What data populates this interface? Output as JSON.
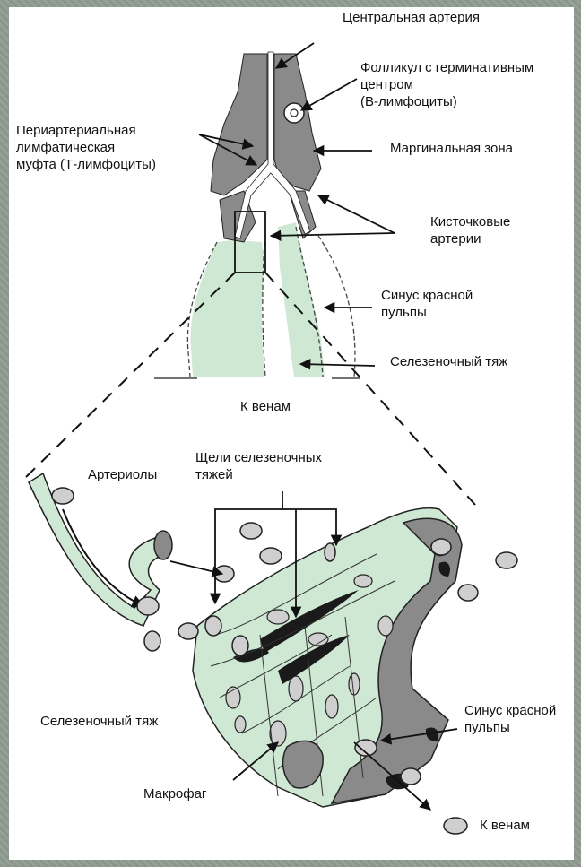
{
  "colors": {
    "pulp": "#cfe8d3",
    "white_pulp": "#8a8a8a",
    "dark_cell": "#1a1a1a",
    "line": "#222222",
    "frame": "#8e9a90"
  },
  "labels": {
    "central_artery": "Центральная артерия",
    "follicle": "Фолликул с герминативным\nцентром\n(B-лимфоциты)",
    "pals": "Периартериальная\nлимфатическая\nмуфта (Т-лимфоциты)",
    "marginal_zone": "Маргинальная зона",
    "penicillar": "Кисточковые\nартерии",
    "sinus_top": "Синус красной\nпульпы",
    "cord_top": "Селезеночный тяж",
    "to_veins_top": "К венам",
    "arterioles": "Артериолы",
    "cord_slits": "Щели селезеночных\nтяжей",
    "cord_bottom": "Селезеночный тяж",
    "sinus_bottom": "Синус красной\nпульпы",
    "macrophage": "Макрофаг",
    "to_veins_bottom": "К венам"
  }
}
